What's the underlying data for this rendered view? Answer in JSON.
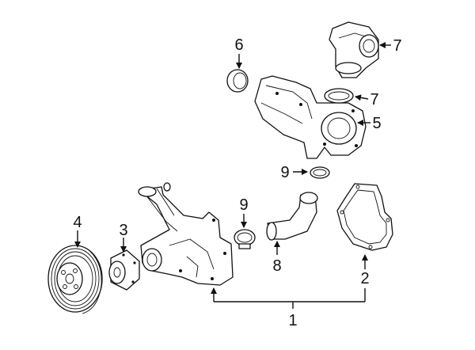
{
  "callouts": [
    {
      "id": "c1",
      "label": "1"
    },
    {
      "id": "c2",
      "label": "2"
    },
    {
      "id": "c3",
      "label": "3"
    },
    {
      "id": "c4",
      "label": "4"
    },
    {
      "id": "c5",
      "label": "5"
    },
    {
      "id": "c6",
      "label": "6"
    },
    {
      "id": "c7a",
      "label": "7"
    },
    {
      "id": "c7b",
      "label": "7"
    },
    {
      "id": "c8",
      "label": "8"
    },
    {
      "id": "c9a",
      "label": "9"
    },
    {
      "id": "c9b",
      "label": "9"
    }
  ]
}
